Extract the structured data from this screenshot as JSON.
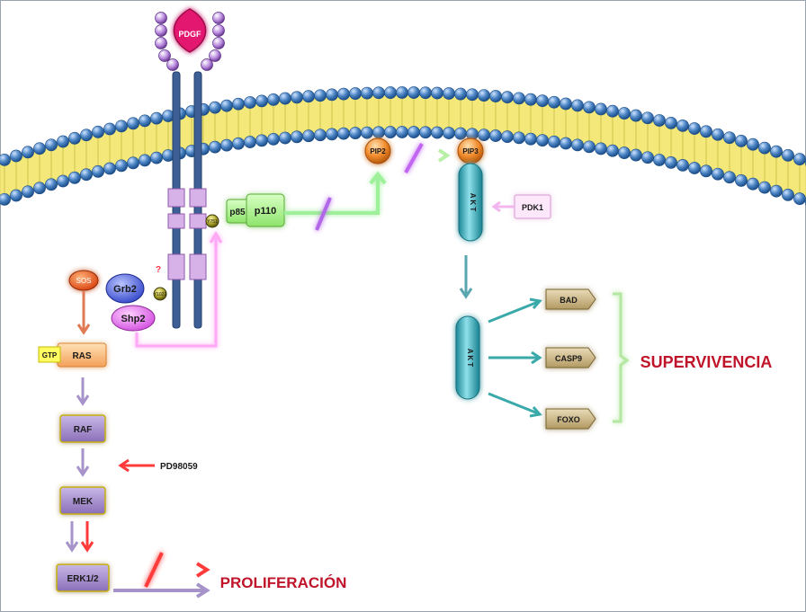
{
  "ligand": "PDGF",
  "receptor": {
    "phospho_site": "Y751",
    "unknown_mark": "?",
    "phospho_site_2": "Y1021"
  },
  "adaptors": {
    "sos": "SOS",
    "grb2": "Grb2",
    "shp2": "Shp2"
  },
  "pi3k": {
    "p85": "p85",
    "p110": "p110"
  },
  "lipids": {
    "pip2": "PIP2",
    "pip3": "PIP3"
  },
  "akt_label": "A K T",
  "pdk1": "PDK1",
  "mapk": {
    "gtp": "GTP",
    "ras": "RAS",
    "raf": "RAF",
    "mek": "MEK",
    "erk": "ERK1/2"
  },
  "inhibitor": "PD98059",
  "targets": {
    "bad": "BAD",
    "casp9": "CASP9",
    "foxo": "FOXO"
  },
  "outcomes": {
    "survival": "SUPERVIVENCIA",
    "proliferation": "PROLIFERACIÓN"
  },
  "colors": {
    "membrane_bead": "#3f78b6",
    "membrane_tail": "#f2e66a",
    "receptor": "#3d5f96",
    "ligand": "#e3166f",
    "akt": "#2aa7b5",
    "inhibition": "#ff4a4a",
    "survival_arrow": "#3aa9a9",
    "mapk_box": "#9f88c4"
  }
}
